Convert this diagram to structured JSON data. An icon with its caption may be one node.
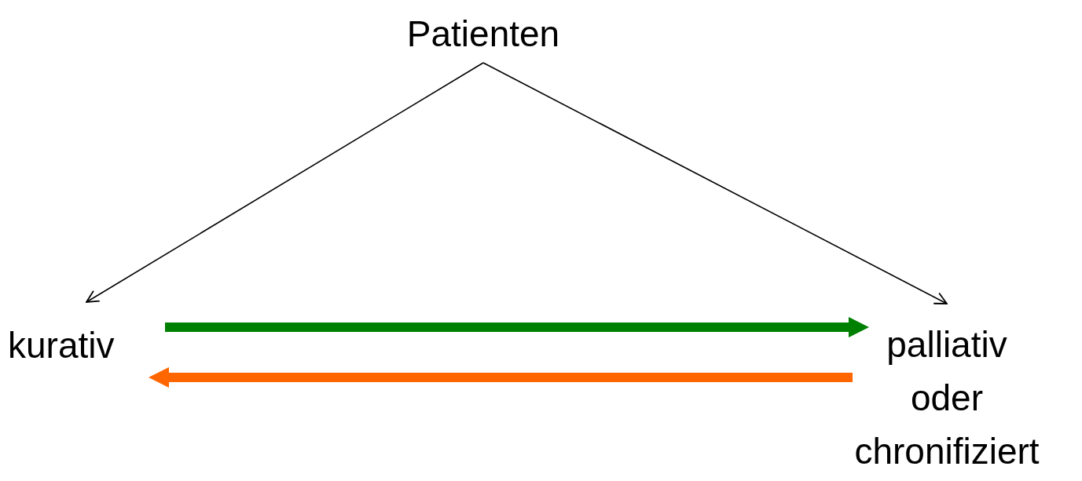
{
  "diagram": {
    "nodes": [
      {
        "text": [
          "Patienten"
        ]
      },
      {
        "text": [
          "kurativ"
        ]
      },
      {
        "text": [
          "palliativ oder chronifiziert"
        ]
      }
    ],
    "edges": [
      {
        "from": 0,
        "to": 1,
        "arrow": "to"
      },
      {
        "from": 0,
        "to": 2,
        "arrow": "to"
      },
      {
        "from": 1,
        "to": 2,
        "arrow": "to",
        "style": "thick",
        "color": "#008000"
      },
      {
        "from": 2,
        "to": 1,
        "arrow": "to",
        "style": "thick",
        "color": "#ff6600"
      }
    ]
  }
}
